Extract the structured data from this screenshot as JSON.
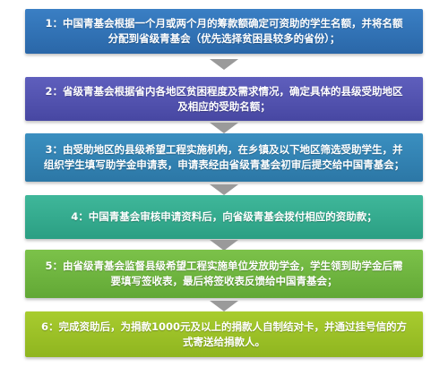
{
  "steps": [
    {
      "number": "1",
      "text": "1：中国青基会根据一个月或两个月的筹款额确定可资助的学生名额，并将名额分配到省级青基会（优先选择贫困县较多的省份）；"
    },
    {
      "number": "2",
      "text": "2：省级青基会根据省内各地区贫困程度及需求情况，确定具体的县级受助地区及相应的受助名额；"
    },
    {
      "number": "3",
      "text": "3：由受助地区的县级希望工程实施机构，在乡镇及以下地区筛选受助学生，并组织学生填写助学金申请表，申请表经由省级青基会初审后提交给中国青基会；"
    },
    {
      "number": "4",
      "text": "4：中国青基会审核申请资料后，向省级青基会拨付相应的资助款；"
    },
    {
      "number": "5",
      "text": "5：由省级青基会监督县级希望工程实施单位发放助学金，学生领到助学金后需要填写签收表，最后将签收表反馈给中国青基会；"
    },
    {
      "number": "6",
      "text": "6：完成资助后，为捐款1000元及以上的捐款人自制结对卡，并通过挂号信的方式寄送给捐款人。"
    }
  ],
  "colors": {
    "step1": "#3a7fc4",
    "step2": "#5f5fbd",
    "step3": "#3a8fc0",
    "step4": "#3fb79a",
    "step5": "#7cc24a",
    "step6": "#a8cc2f",
    "arrow": "#9a9a9a"
  }
}
